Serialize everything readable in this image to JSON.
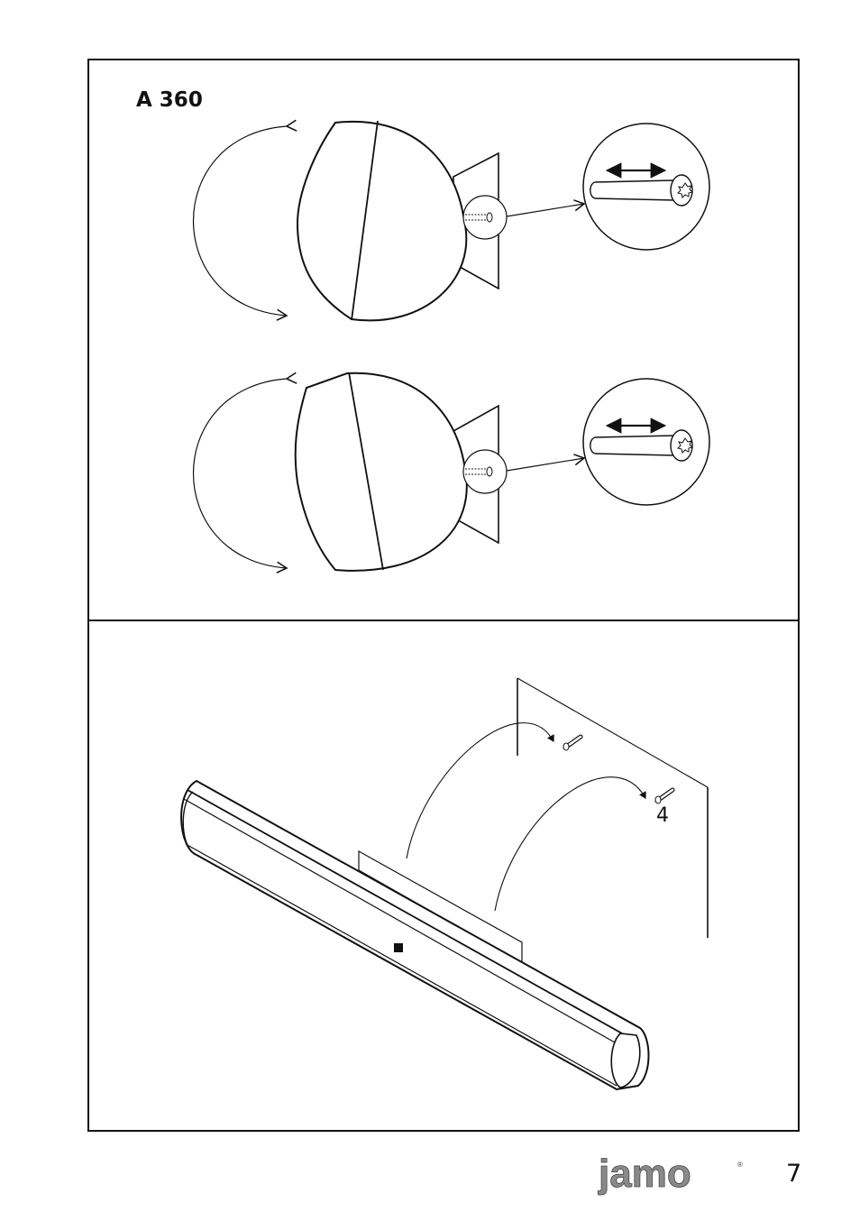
{
  "model_title": "A 360",
  "screw_quantity": "4",
  "brand_logo_text": "jamo",
  "page_number": "7",
  "colors": {
    "line": "#111111",
    "logo_gray": "#8a8a8a"
  },
  "icons": [
    "curved-arrow-icon",
    "screw-icon",
    "double-arrow-icon",
    "wall-screw-icon"
  ]
}
